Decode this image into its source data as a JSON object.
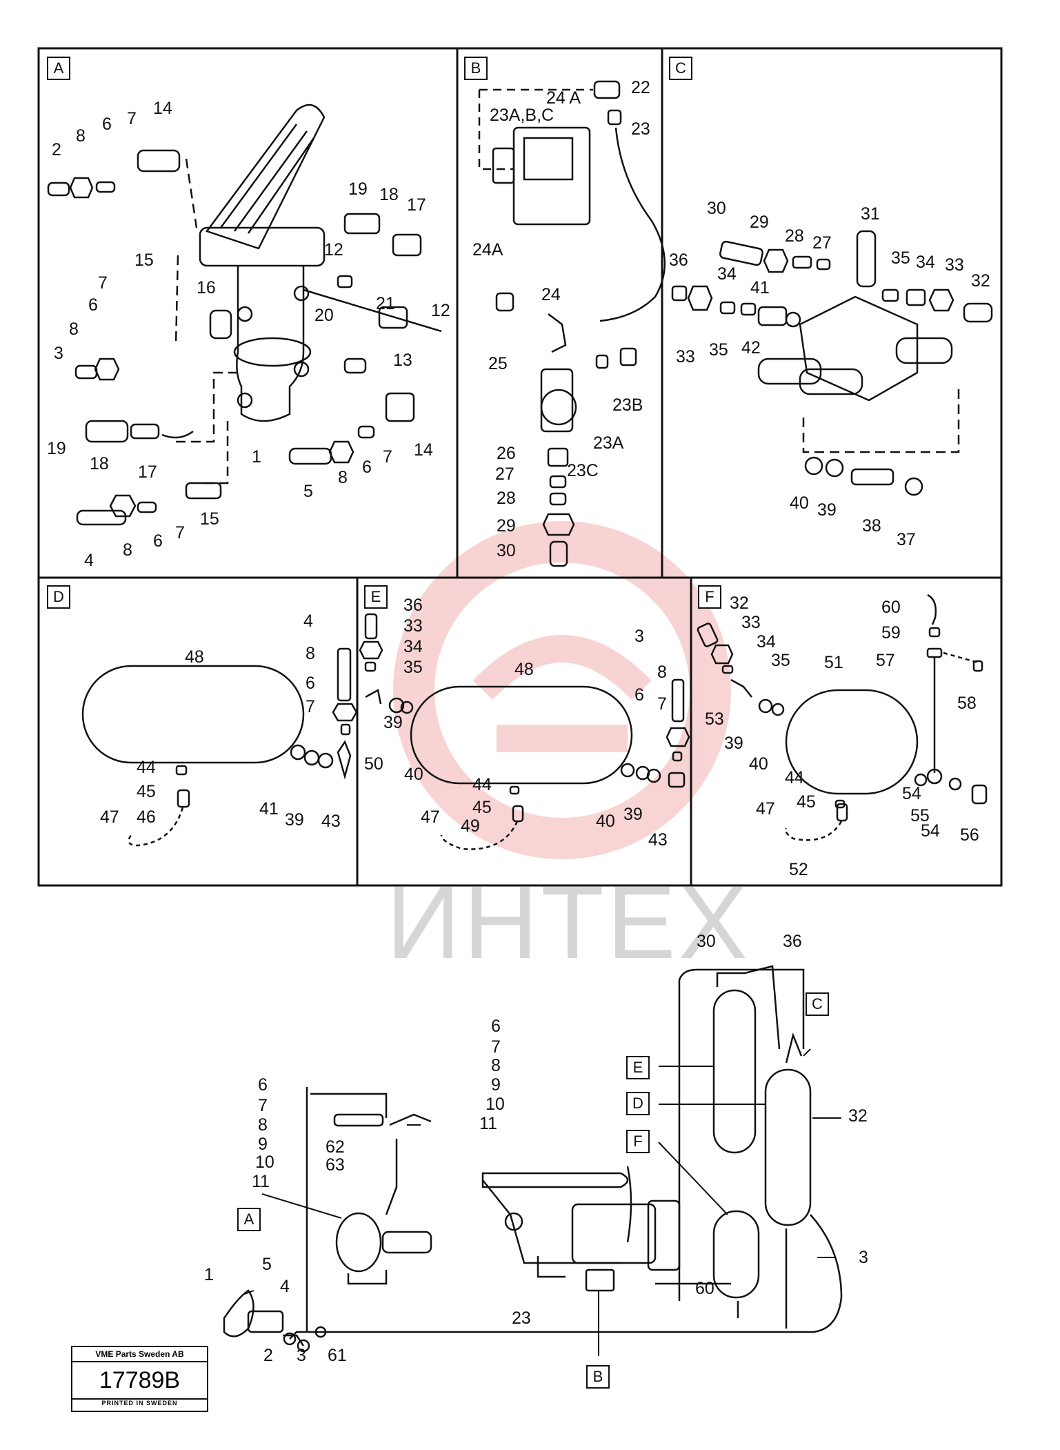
{
  "panels": [
    {
      "id": "A",
      "label": "A"
    },
    {
      "id": "B",
      "label": "B"
    },
    {
      "id": "C",
      "label": "C"
    },
    {
      "id": "D",
      "label": "D"
    },
    {
      "id": "E",
      "label": "E"
    },
    {
      "id": "F",
      "label": "F"
    }
  ],
  "callouts": {
    "A": [
      "2",
      "8",
      "6",
      "7",
      "14",
      "19",
      "18",
      "17",
      "15",
      "7",
      "6",
      "8",
      "3",
      "16",
      "12",
      "21",
      "12",
      "20",
      "13",
      "19",
      "18",
      "17",
      "1",
      "14",
      "5",
      "8",
      "6",
      "7",
      "4",
      "8",
      "6",
      "7",
      "15"
    ],
    "B": [
      "24 A",
      "22",
      "23A,B,C",
      "23",
      "24A",
      "24",
      "25",
      "23B",
      "23A",
      "26",
      "23C",
      "27",
      "28",
      "29",
      "30"
    ],
    "C": [
      "30",
      "29",
      "28",
      "27",
      "31",
      "36",
      "35",
      "34",
      "33",
      "32",
      "34",
      "41",
      "33",
      "35",
      "42",
      "40",
      "39",
      "38",
      "37"
    ],
    "D": [
      "48",
      "4",
      "8",
      "6",
      "7",
      "44",
      "45",
      "47",
      "46",
      "41",
      "39",
      "43"
    ],
    "E": [
      "36",
      "33",
      "34",
      "35",
      "48",
      "3",
      "8",
      "6",
      "7",
      "50",
      "39",
      "40",
      "44",
      "45",
      "47",
      "49",
      "40",
      "39",
      "43"
    ],
    "F": [
      "32",
      "33",
      "34",
      "35",
      "60",
      "59",
      "57",
      "51",
      "58",
      "53",
      "39",
      "40",
      "44",
      "45",
      "47",
      "52",
      "54",
      "55",
      "54",
      "56"
    ]
  },
  "bottom": {
    "callouts": [
      "30",
      "36",
      "6",
      "7",
      "8",
      "9",
      "10",
      "11",
      "6",
      "7",
      "8",
      "9",
      "10",
      "11",
      "62",
      "63",
      "32",
      "3",
      "23",
      "60",
      "1",
      "5",
      "4",
      "2",
      "3",
      "61"
    ],
    "ref_tags": [
      "C",
      "E",
      "D",
      "F",
      "A",
      "B"
    ]
  },
  "watermark": "ИНТЕХ",
  "stamp": {
    "company": "VME Parts Sweden AB",
    "drawing_no": "17789B",
    "printed": "PRINTED IN SWEDEN"
  }
}
